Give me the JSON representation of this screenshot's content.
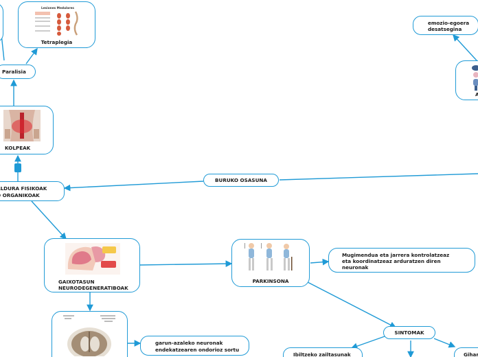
{
  "nodes": {
    "tetraplegia": {
      "label": "Tetraplegia",
      "image_title": "Lesiones Medulares"
    },
    "paralisia": {
      "label": "Paralisia"
    },
    "kolpeak": {
      "label": "KOLPEAK"
    },
    "aldura": {
      "line1": "ALDURA FISIKOAK",
      "line2": "O ORGANIKOAK"
    },
    "buruko": {
      "label": "BURUKO OSASUNA"
    },
    "emozio": {
      "line1": "emozio-egoera",
      "line2": "desatsegina"
    },
    "gaixotasun": {
      "line1": "GAIXOTASUN",
      "line2": "NEURODEGENERATIBOAK"
    },
    "parkinsona": {
      "label": "PARKINSONA"
    },
    "mugimendua": {
      "line1": "Mugimendua eta jarrera kontrolatzeaz",
      "line2": "eta koordinatzeaz arduratzen diren",
      "line3": "neuronak"
    },
    "sintomak": {
      "label": "SINTOMAK"
    },
    "ibiltzeko": {
      "label": "Ibiltzeko zailtasunak"
    },
    "gihar": {
      "label": "Gihar z"
    },
    "garun": {
      "line1": "garun-azaleko neuronak",
      "line2": "endekatzearen ondorioz sortu"
    },
    "a_partial": {
      "label": "A"
    }
  },
  "colors": {
    "accent": "#1f9ad6",
    "node_border": "#1f9ad6"
  }
}
